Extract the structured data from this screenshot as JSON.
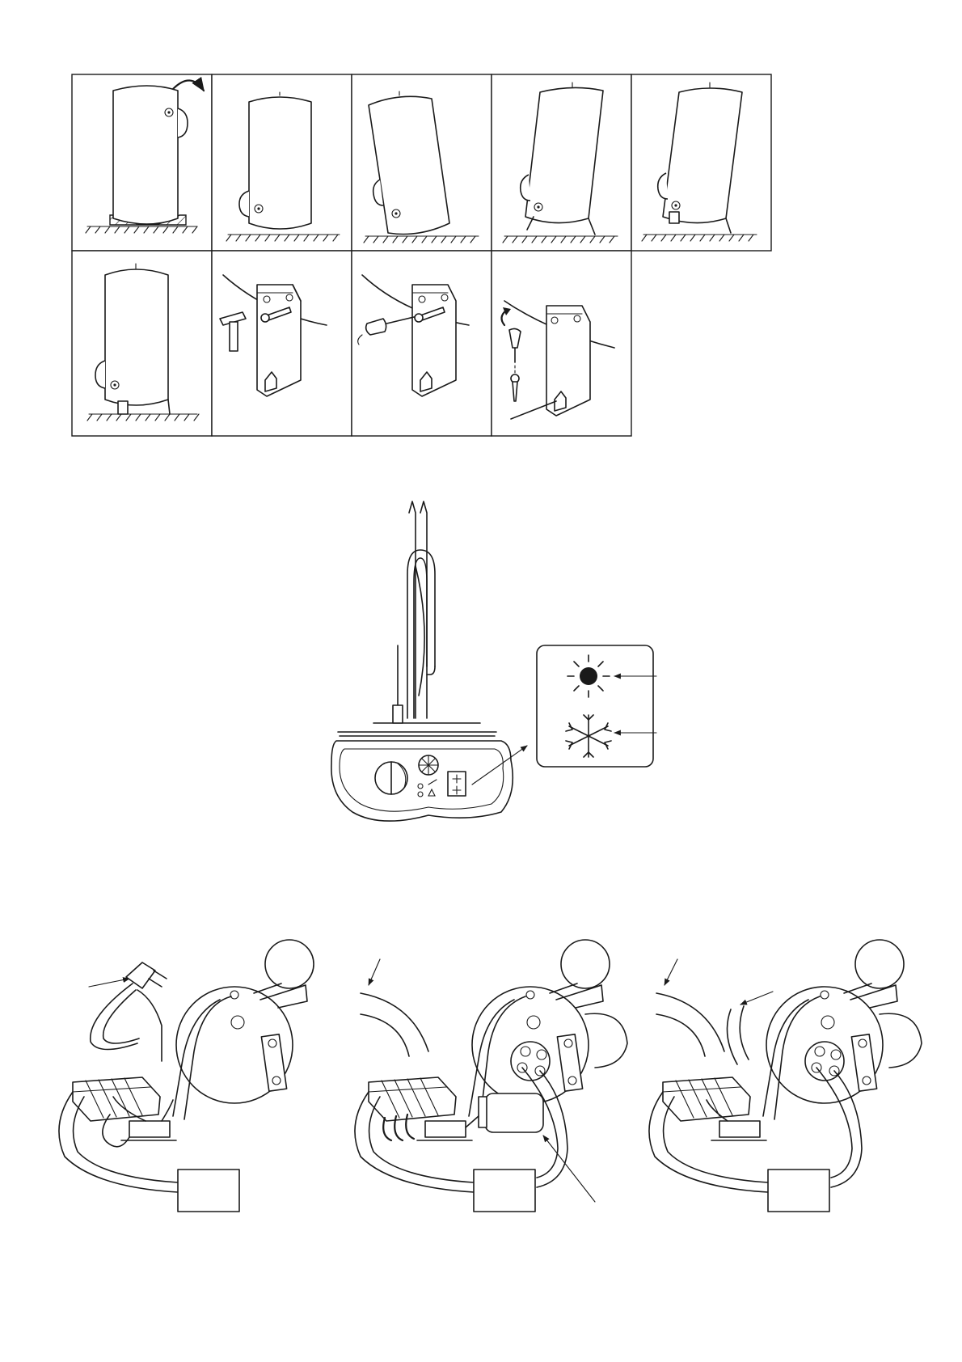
{
  "page": {
    "background": "#ffffff",
    "line_color": "#1a1a1a"
  },
  "icons": {
    "rotate_arrow": "curved-arrow-icon",
    "summer_mode": "sun-icon",
    "winter_mode": "snowflake-icon",
    "screw": "screw-icon",
    "screwdriver": "screwdriver-icon",
    "hammer": "hammer-icon",
    "unscrew": "counterclockwise-arrow-icon"
  },
  "installation_steps": {
    "rows": 2,
    "columns": 5,
    "panel_count": 9
  },
  "wiring_options": {
    "count": 3
  }
}
